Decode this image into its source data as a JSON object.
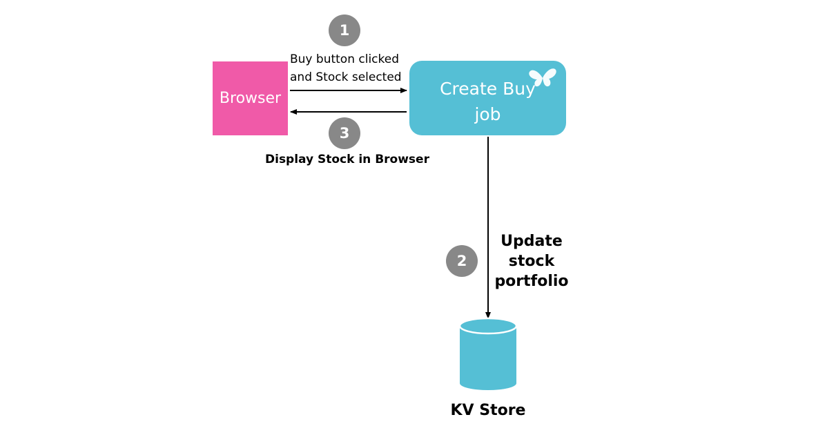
{
  "nodes": {
    "browser": {
      "label": "Browser",
      "color": "#f05aa8"
    },
    "create_buy_job": {
      "label": "Create Buy\njob",
      "color": "#55bfd5"
    },
    "kv_store": {
      "label": "KV Store",
      "color": "#55bfd5"
    }
  },
  "steps": [
    {
      "number": "1",
      "label": "Buy button clicked\nand Stock selected"
    },
    {
      "number": "2",
      "label": "Update\nstock\nportfolio"
    },
    {
      "number": "3",
      "label": "Display Stock in Browser"
    }
  ],
  "badge_color": "#888888",
  "icons": {
    "job_icon": "butterfly-icon"
  }
}
